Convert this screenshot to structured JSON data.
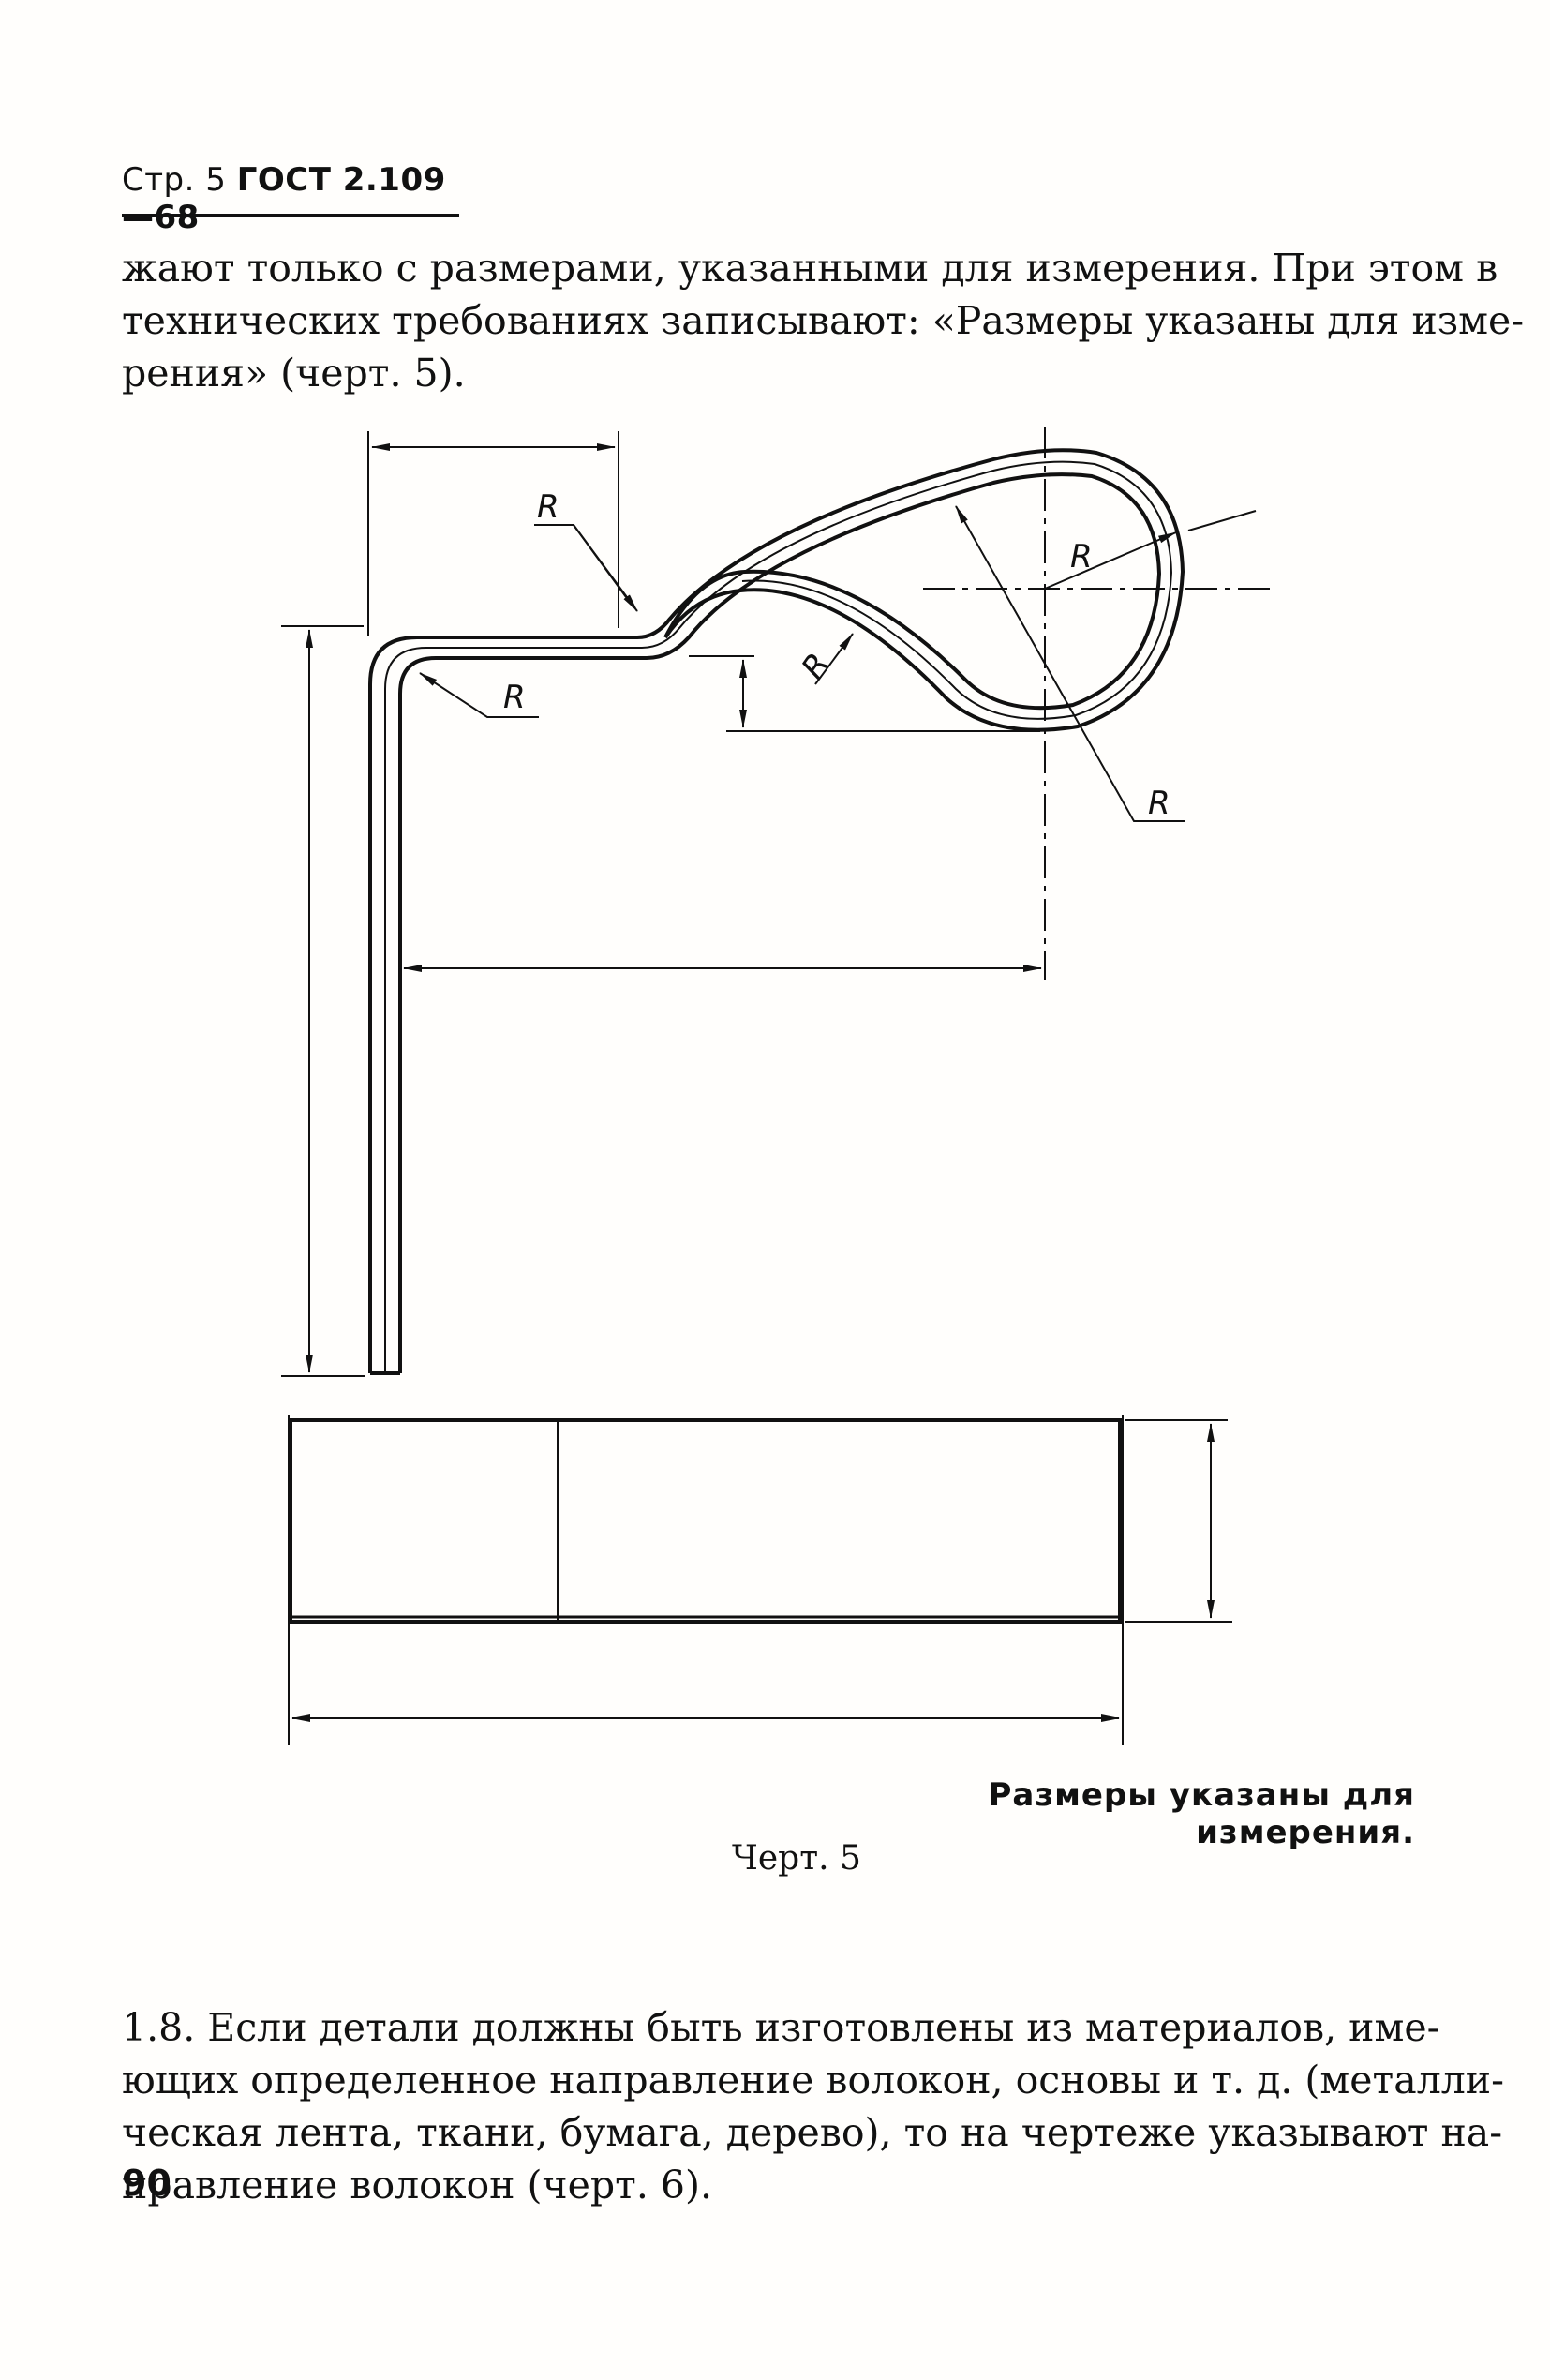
{
  "header": {
    "page_label": "Стр. 5",
    "standard": "ГОСТ 2.109—68"
  },
  "paragraph_top": {
    "lines": [
      "жают только с размерами, указанными для измерения. При этом в",
      "технических требованиях записывают: «Размеры указаны для изме-",
      "рения» (черт. 5)."
    ]
  },
  "drawing": {
    "radius_label": "R"
  },
  "dimensions_note": "Размеры указаны для измерения.",
  "figure_caption": "Черт. 5",
  "paragraph_bottom": {
    "lines": [
      "1.8. Если детали должны быть изготовлены из материалов, име-",
      "ющих определенное направление волокон, основы и т. д. (металли-",
      "ческая лента, ткани, бумага, дерево), то на чертеже указывают на-",
      "правление волокон (черт. 6)."
    ]
  },
  "page_number": "90"
}
